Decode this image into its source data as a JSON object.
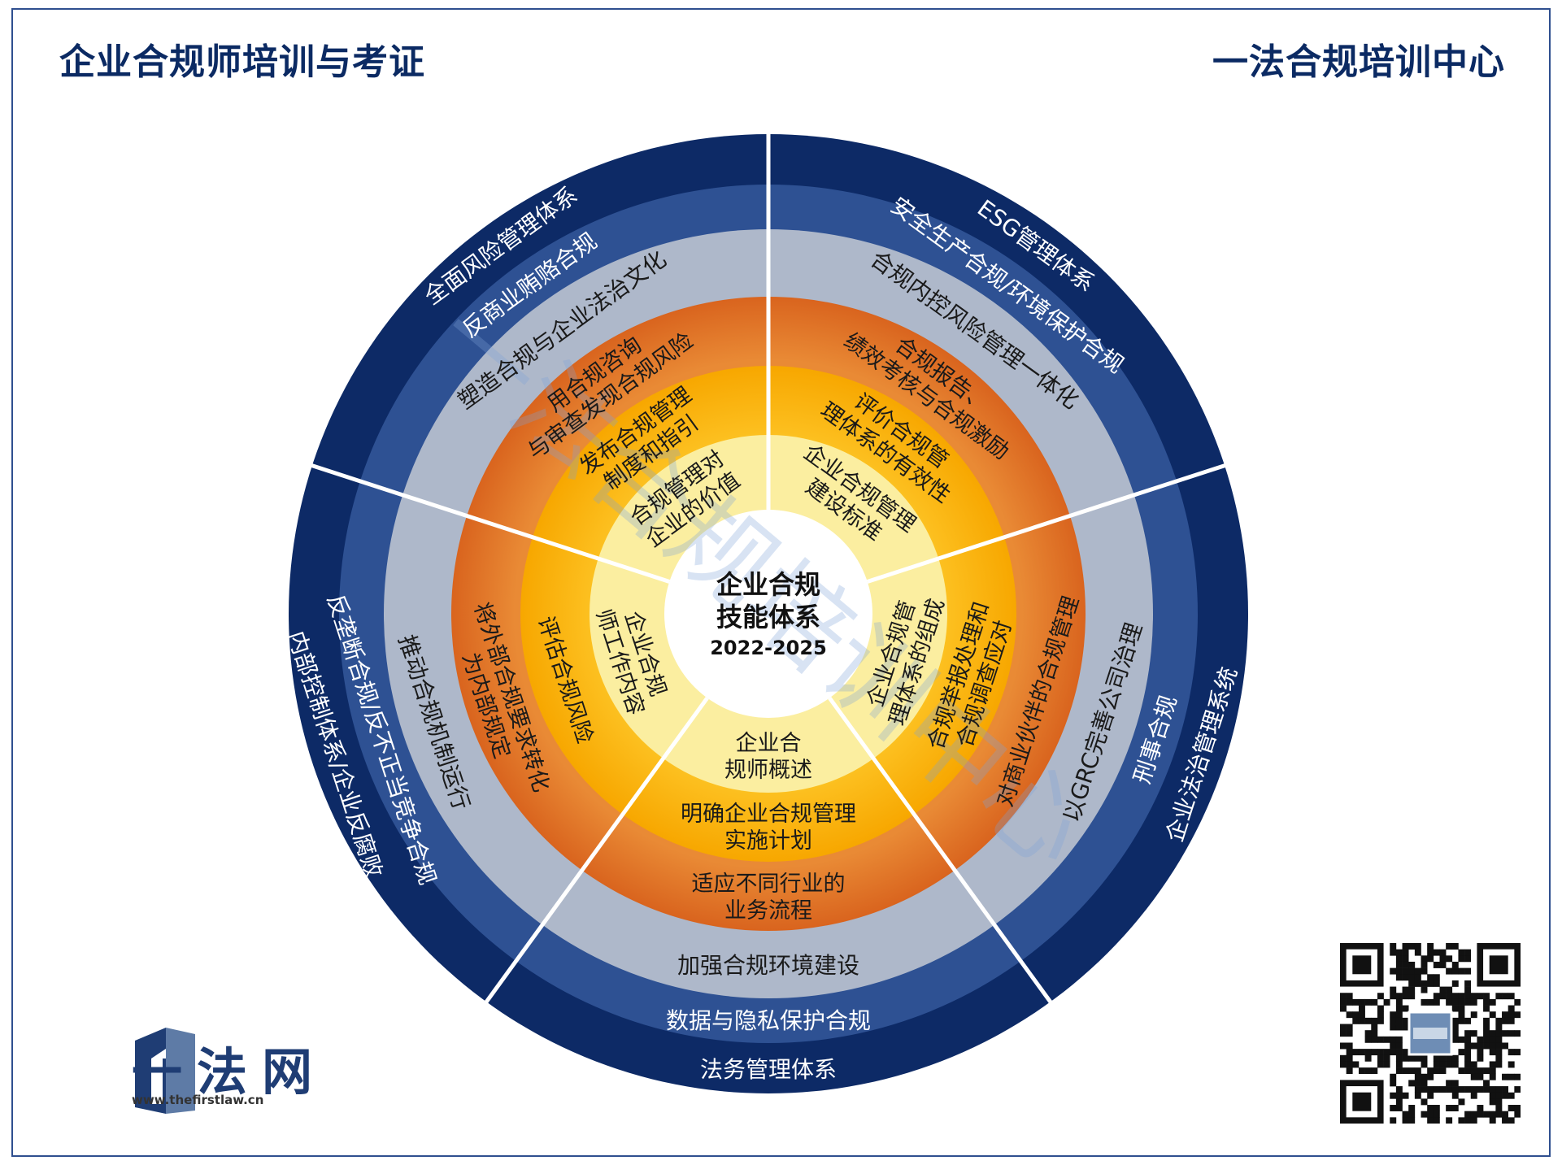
{
  "header": {
    "title": "企业合规师培训与考证",
    "org": "一法合规培训中心"
  },
  "center": {
    "line1": "企业合规",
    "line2": "技能体系",
    "years": "2022-2025"
  },
  "watermark": "一法合规培训中心",
  "rings": {
    "ring1": [
      {
        "lines": [
          "合规管理对",
          "企业的价值"
        ]
      },
      {
        "lines": [
          "企业合规管理",
          "建设标准"
        ]
      },
      {
        "lines": [
          "企业合规管",
          "理体系的组成"
        ]
      },
      {
        "lines": [
          "企业合",
          "规师概述"
        ]
      },
      {
        "lines": [
          "企业合规",
          "师工作内容"
        ]
      }
    ],
    "ring2": [
      {
        "lines": [
          "发布合规管理",
          "制度和指引"
        ]
      },
      {
        "lines": [
          "评价合规管",
          "理体系的有效性"
        ]
      },
      {
        "lines": [
          "合规举报处理和",
          "合规调查应对"
        ]
      },
      {
        "lines": [
          "明确企业合规管理",
          "实施计划"
        ]
      },
      {
        "lines": [
          "评估合规风险"
        ]
      }
    ],
    "ring3": [
      {
        "lines": [
          "用合规咨询",
          "与审查发现合规风险"
        ]
      },
      {
        "lines": [
          "合规报告、",
          "绩效考核与合规激励"
        ]
      },
      {
        "lines": [
          "对商业伙伴的合规管理"
        ]
      },
      {
        "lines": [
          "适应不同行业的",
          "业务流程"
        ]
      },
      {
        "lines": [
          "将外部合规要求转化",
          "为内部规定"
        ]
      }
    ],
    "ring4": [
      {
        "lines": [
          "塑造合规与企业法治文化"
        ]
      },
      {
        "lines": [
          "合规内控风险管理一体化"
        ]
      },
      {
        "lines": [
          "以GRC完善公司治理"
        ]
      },
      {
        "lines": [
          "加强合规环境建设"
        ]
      },
      {
        "lines": [
          "推动合规机制运行"
        ]
      }
    ],
    "ring5": [
      {
        "lines": [
          "反商业贿赂合规"
        ]
      },
      {
        "lines": [
          "安全生产合规/环境保护合规"
        ]
      },
      {
        "lines": [
          "刑事合规"
        ]
      },
      {
        "lines": [
          "数据与隐私保护合规"
        ]
      },
      {
        "lines": [
          "反垄断合规/反不正当竞争合规"
        ]
      }
    ],
    "ring6": [
      {
        "lines": [
          "全面风险管理体系"
        ]
      },
      {
        "lines": [
          "ESG管理体系"
        ]
      },
      {
        "lines": [
          "企业法治管理系统"
        ]
      },
      {
        "lines": [
          "法务管理体系"
        ]
      },
      {
        "lines": [
          "内部控制体系/企业反腐败"
        ]
      }
    ]
  },
  "colors": {
    "center": "#ffffff",
    "ring1": "#fbeea0",
    "ring2": "#fdbd12",
    "ring3": "#e07428",
    "ring4": "#aeb8ca",
    "ring5": "#2e5193",
    "ring6": "#0d2a66",
    "divider": "#ffffff",
    "title": "#0b2a63"
  },
  "logo": {
    "name": "一法网",
    "url": "www.thefirstlaw.cn"
  },
  "qr_icon": "qr-code-icon"
}
